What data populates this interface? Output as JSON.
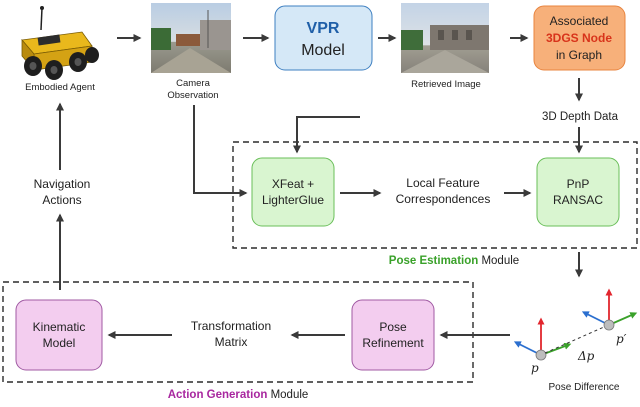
{
  "nodes": {
    "embodied_agent": "Embodied Agent",
    "camera_observation": [
      "Camera",
      "Observation"
    ],
    "vpr_model": {
      "line1": "VPR",
      "line2": "Model"
    },
    "retrieved_image": "Retrieved Image",
    "associated_node": {
      "line1": "Associated",
      "line2": "3DGS Node",
      "line3": "in Graph"
    },
    "depth_data": "3D Depth Data",
    "xfeat": [
      "XFeat +",
      "LighterGlue"
    ],
    "local_features": [
      "Local Feature",
      "Correspondences"
    ],
    "pnp": [
      "PnP",
      "RANSAC"
    ],
    "navigation_actions": [
      "Navigation",
      "Actions"
    ],
    "kinematic_model": [
      "Kinematic",
      "Model"
    ],
    "transformation_matrix": [
      "Transformation",
      "Matrix"
    ],
    "pose_refinement": [
      "Pose",
      "Refinement"
    ],
    "pose_difference": "Pose Difference",
    "p": "p",
    "p_prime": "p′",
    "delta_p": "Δp"
  },
  "modules": {
    "pose_estimation": {
      "highlight": "Pose Estimation",
      "rest": " Module"
    },
    "action_generation": {
      "highlight": "Action Generation",
      "rest": " Module"
    }
  },
  "colors": {
    "green_box": "#d9f5d0",
    "green_border": "#6abf5a",
    "green_text": "#3aa12a",
    "blue_box": "#d5e8f7",
    "blue_text": "#1f5fa8",
    "orange_box": "#f7b07a",
    "orange_border": "#e8843f",
    "orange_text": "#d8341b",
    "pink_box": "#f3cdef",
    "pink_border": "#a05aa3",
    "magenta_text": "#a8279f",
    "arrow": "#3a3a3a"
  }
}
